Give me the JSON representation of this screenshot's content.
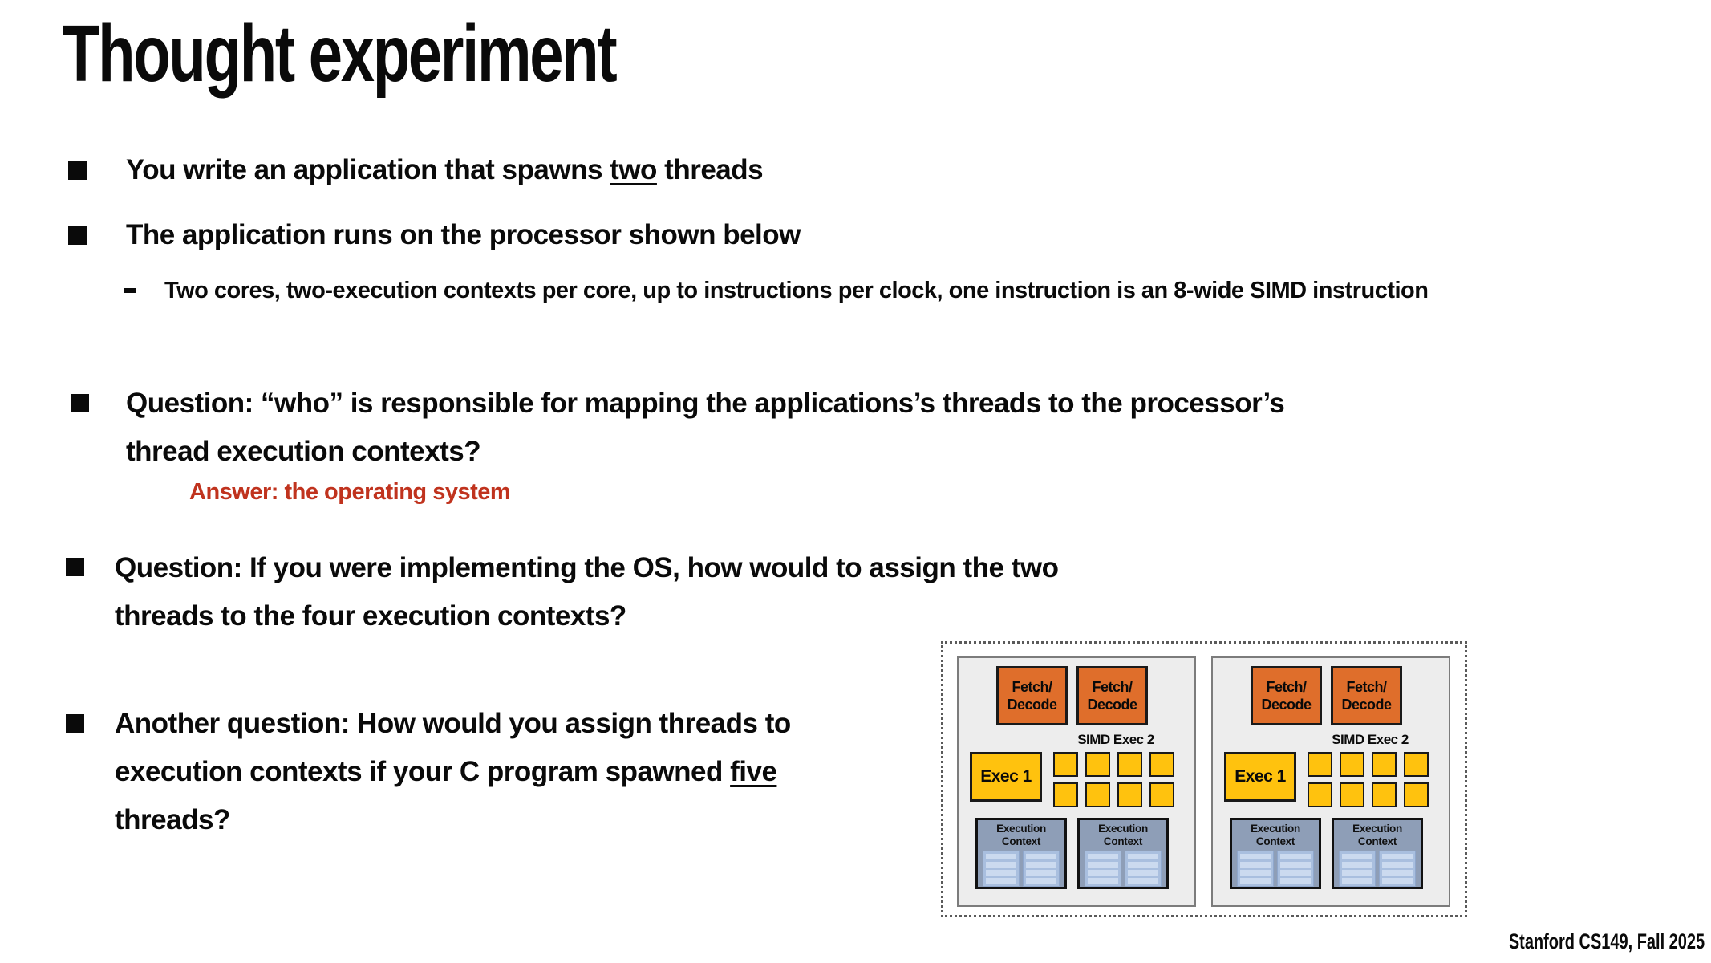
{
  "title": "Thought experiment",
  "footer": "Stanford CS149, Fall 2025",
  "bullets": {
    "b1": {
      "pre": "You write an application that spawns ",
      "underlined": "two",
      "post": " threads"
    },
    "b2": {
      "text": "The application runs on the processor shown below"
    },
    "sub1": {
      "text": "Two cores, two-execution contexts per core, up to instructions per clock, one instruction is an 8-wide SIMD instruction"
    },
    "b3": {
      "line1": "Question: “who” is responsible for mapping the applications’s threads to the processor’s",
      "line2": "thread execution contexts?"
    },
    "answer": {
      "text": "Answer: the operating system",
      "color": "#c0331e"
    },
    "b4": {
      "line1": "Question: If you were implementing the OS, how would to assign the two",
      "line2": "threads to the four execution contexts?"
    },
    "b5": {
      "line1": "Another question: How would you assign threads to",
      "line2_pre": "execution contexts if your C program spawned ",
      "line2_underlined": "five",
      "line3": "threads?"
    }
  },
  "diagram": {
    "fetch_decode_line1": "Fetch/",
    "fetch_decode_line2": "Decode",
    "simd_label": "SIMD Exec 2",
    "exec1_label": "Exec 1",
    "exec_context_line1": "Execution",
    "exec_context_line2": "Context",
    "colors": {
      "fetch_decode_orange": "#df6e2b",
      "exec_yellow": "#ffc20e",
      "context_slate": "#8e9eb7",
      "register_blue": "#cbdaef",
      "core_gray": "#ededed",
      "answer_red": "#c0331e"
    }
  }
}
